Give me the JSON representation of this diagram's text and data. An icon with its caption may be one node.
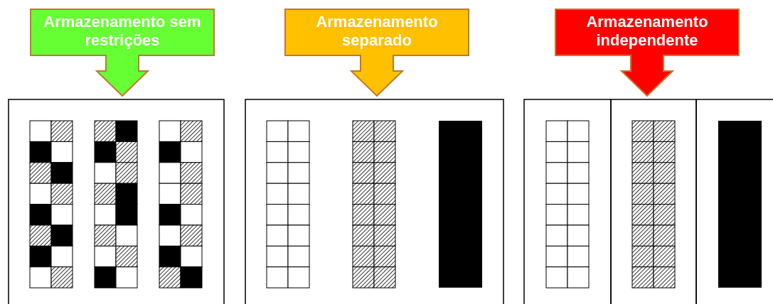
{
  "diagram": {
    "nodes": [
      {
        "text": [
          "Armazenamento sem restrições"
        ]
      },
      {
        "text": [
          "Armazenamento separado"
        ]
      },
      {
        "text": [
          "Armazenamento independente"
        ]
      }
    ]
  }
}
